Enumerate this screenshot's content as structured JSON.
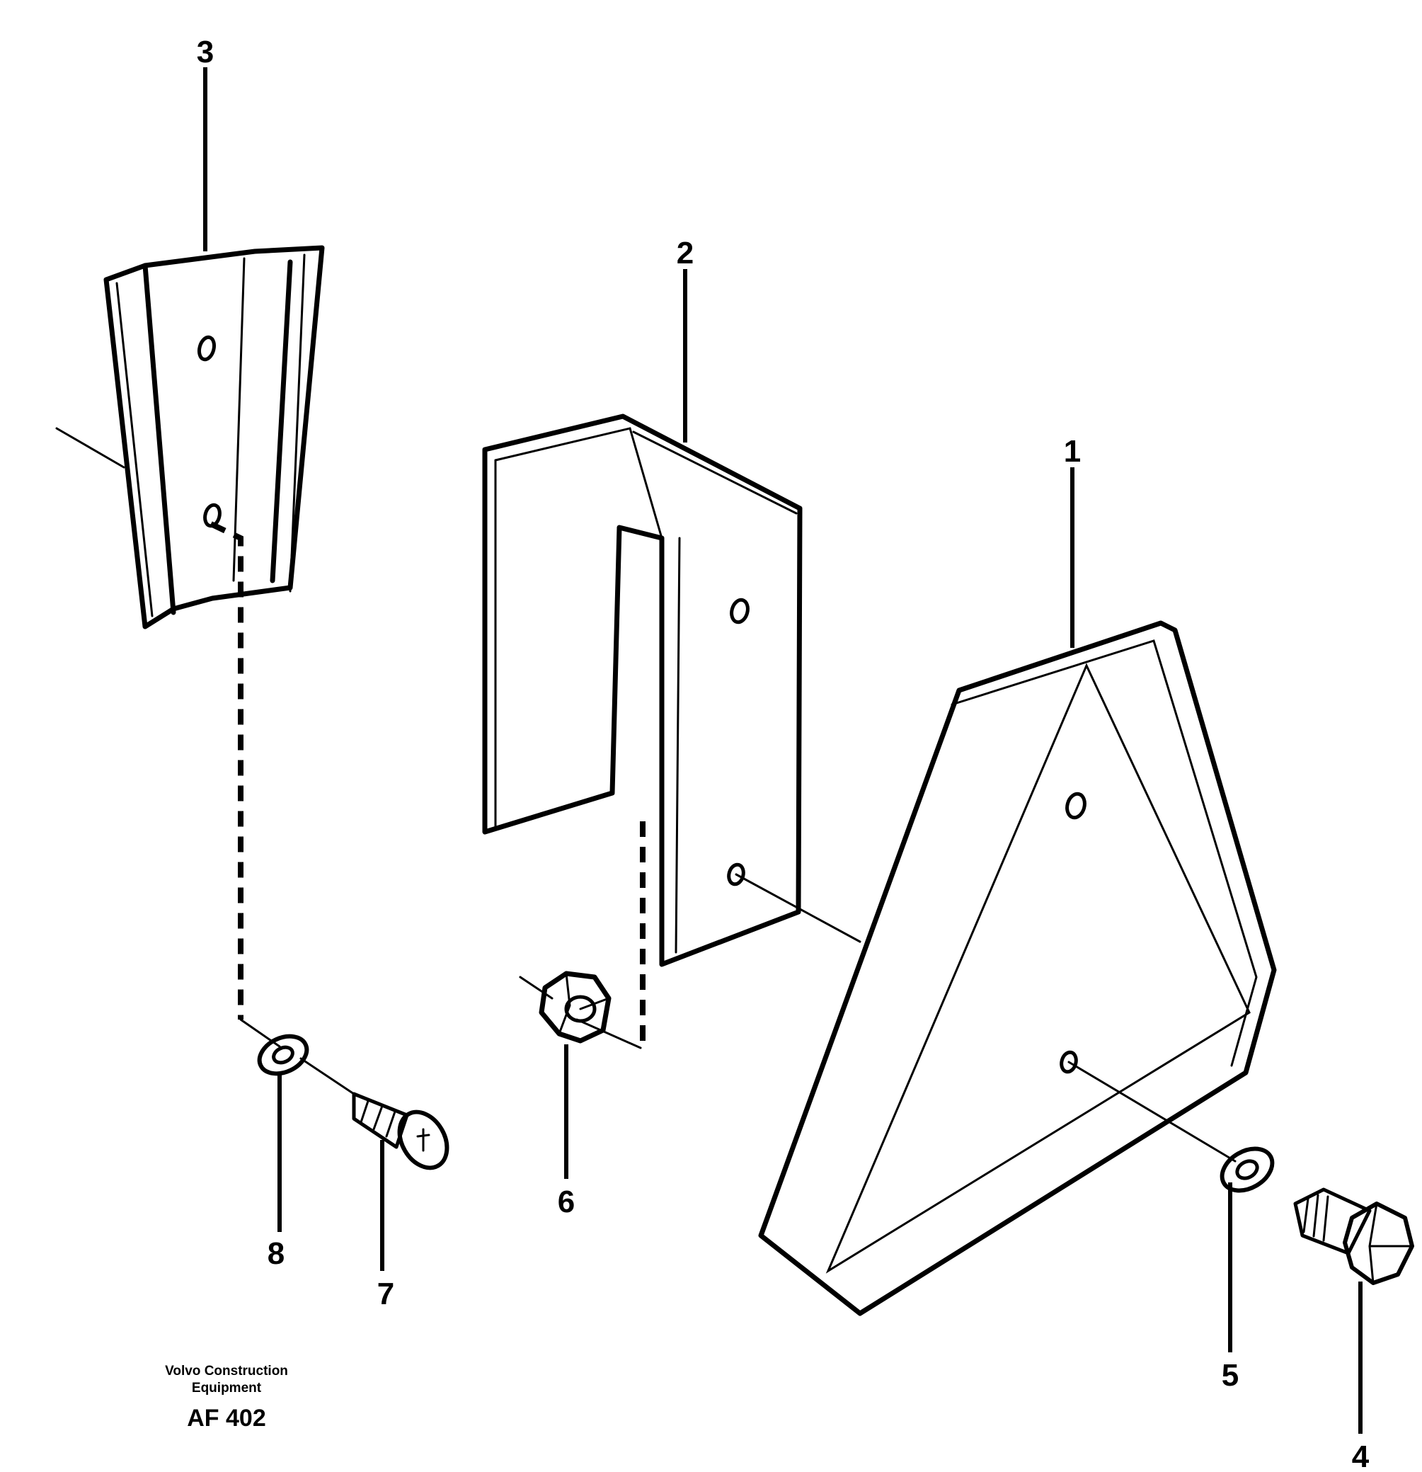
{
  "parts": [
    {
      "number": "1",
      "name": "reflector-triangle"
    },
    {
      "number": "2",
      "name": "mounting-bracket"
    },
    {
      "number": "3",
      "name": "rail-bracket"
    },
    {
      "number": "4",
      "name": "bolt"
    },
    {
      "number": "5",
      "name": "washer"
    },
    {
      "number": "6",
      "name": "nut"
    },
    {
      "number": "7",
      "name": "screw"
    },
    {
      "number": "8",
      "name": "washer"
    }
  ],
  "caption": {
    "org_line1": "Volvo Construction",
    "org_line2": "Equipment",
    "code": "AF 402"
  }
}
